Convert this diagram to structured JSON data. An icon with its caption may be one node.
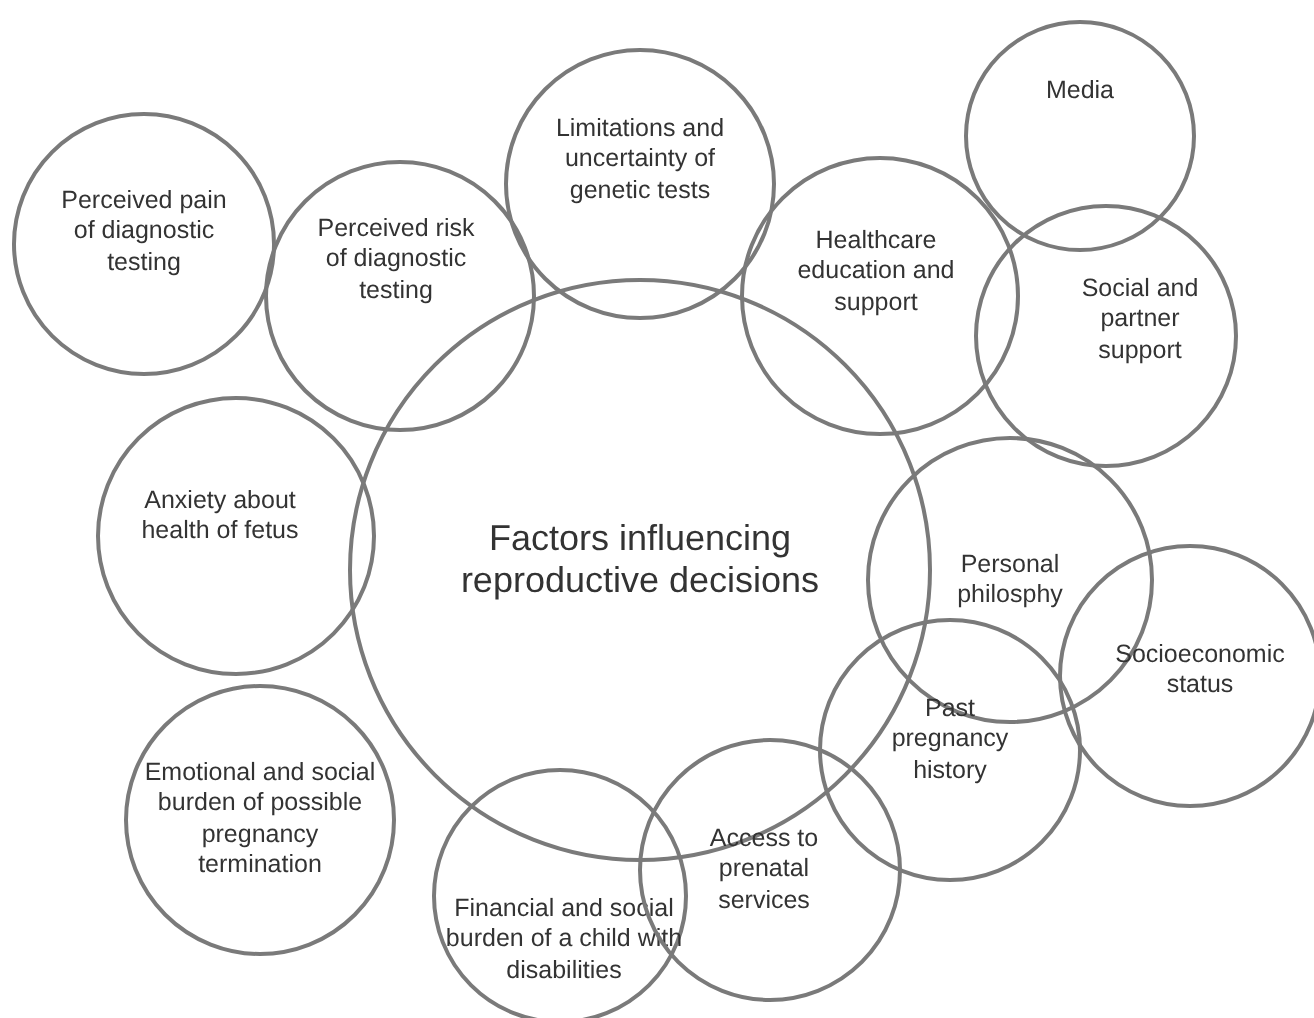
{
  "diagram": {
    "nodes": [
      {
        "text": [
          "Perceived pain of diagnostic testing"
        ]
      },
      {
        "text": [
          "Perceived risk of diagnostic testing"
        ]
      },
      {
        "text": [
          "Limitations and uncertainty of genetic tests"
        ]
      },
      {
        "text": [
          "Media"
        ]
      },
      {
        "text": [
          "Healthcare education and support"
        ]
      },
      {
        "text": [
          "Social and partner support"
        ]
      },
      {
        "text": [
          "Anxiety about health of fetus"
        ]
      },
      {
        "text": [
          "Factors influencing reproductive decisions"
        ]
      },
      {
        "text": [
          "Personal philosphy"
        ]
      },
      {
        "text": [
          "Socioeconomic status"
        ]
      },
      {
        "text": [
          "Past pregnancy history"
        ]
      },
      {
        "text": [
          "Emotional and social burden of possible pregnancy termination"
        ]
      },
      {
        "text": [
          "Financial and social burden of a child with disabilities"
        ]
      },
      {
        "text": [
          "Access to prenatal services"
        ]
      }
    ],
    "edges": []
  }
}
